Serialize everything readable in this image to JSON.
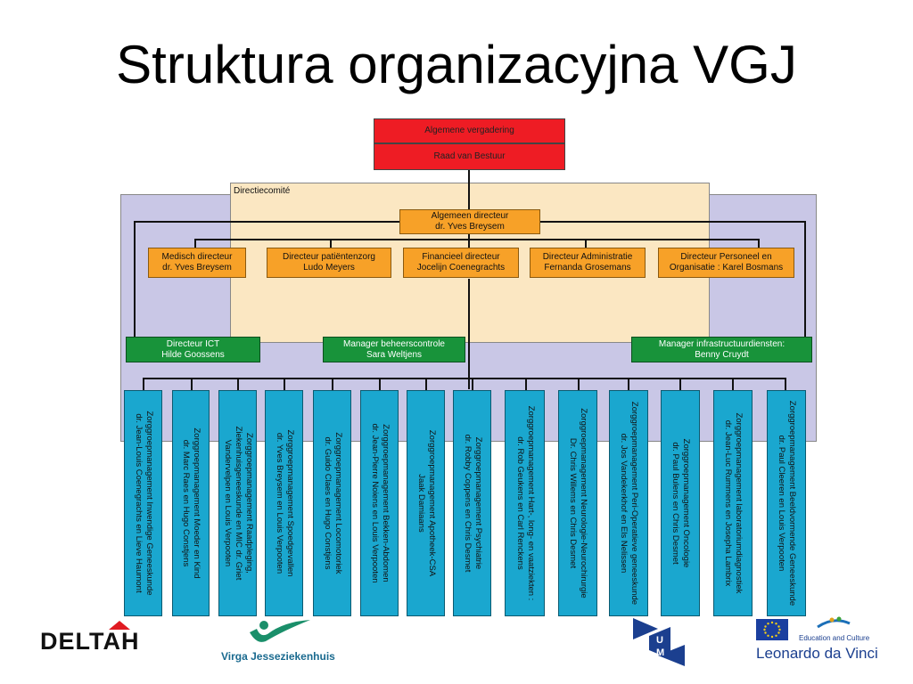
{
  "title": "Struktura organizacyjna VGJ",
  "top": {
    "algemene": "Algemene vergadering",
    "raad": "Raad van Bestuur"
  },
  "directie_label": "Directiecomité",
  "ceo": {
    "role": "Algemeen directeur",
    "name": "dr. Yves Breysem"
  },
  "directors": [
    {
      "role": "Medisch directeur",
      "name": "dr. Yves Breysem"
    },
    {
      "role": "Directeur patiëntenzorg",
      "name": "Ludo Meyers"
    },
    {
      "role": "Financieel directeur",
      "name": "Jocelijn Coenegrachts"
    },
    {
      "role": "Directeur Administratie",
      "name": "Fernanda Grosemans"
    },
    {
      "role": "Directeur Personeel en",
      "name": "Organisatie : Karel Bosmans"
    }
  ],
  "managers": [
    {
      "role": "Directeur ICT",
      "name": "Hilde Goossens"
    },
    {
      "role": "Manager beheerscontrole",
      "name": "Sara Weltjens"
    },
    {
      "role": "Manager infrastructuurdiensten:",
      "name": "Benny Cruydt"
    }
  ],
  "groups": [
    {
      "l1": "Zorggroepmanagement Inwendige Geneeskunde",
      "l2": "dr. Jean-Louis Coenegrachts en Lieve Haumont"
    },
    {
      "l1": "Zorggroepmanagement Moeder en Kind",
      "l2": "dr. Marc Raes en Hugo Constjens"
    },
    {
      "l1": "Zorggroepmanagement Raadpleging, Ziekenhuisgeneeskunde en MIC dr. Griet",
      "l2": "Vandervelpen en Louis Verpooten"
    },
    {
      "l1": "Zorggroepmanagement Spoedgevallen",
      "l2": "dr. Yves Breysem en Louis Verpooten"
    },
    {
      "l1": "Zorggroepmanagement Locomotoriek",
      "l2": "dr. Guido Claes en Hugo Constjens"
    },
    {
      "l1": "Zorggroepmanagement Bekken-Abdomen",
      "l2": "dr. Jean-Pierre Noiens en Louis Verpooten"
    },
    {
      "l1": "Zorggroepmanagement Apotheek-CSA",
      "l2": "Jaak Damiaans"
    },
    {
      "l1": "Zorggroepmanagement Psychiatrie",
      "l2": "dr. Robby Coppens en Chris Desmet"
    },
    {
      "l1": "Zorggroepmanagement Hart-, long- en vaatziekten :",
      "l2": "dr. Rob Geukens en Carl Renckens"
    },
    {
      "l1": "Zorggroepmanagement Neurologie-Neurochirurgie",
      "l2": "Dr. Chris Willems en Chris Desmet"
    },
    {
      "l1": "Zorggroepmanagement Peri-Operatieve geneeskunde",
      "l2": "dr. Jos Vandekerkhof en Els Nelissen"
    },
    {
      "l1": "Zorggroepmanagement Oncologie",
      "l2": "dr. Paul Bulens en Chris Desmet"
    },
    {
      "l1": "Zorggroepmanagement laboratoriumdiagnostiek",
      "l2": "dr. Jean-Luc Rummens en Josepha Lambrix"
    },
    {
      "l1": "Zorggroepmanagement Beeldvormende Geneeskunde",
      "l2": "dr. Paul Cleeren en Louis Verpooten"
    }
  ],
  "logos": {
    "deltah": "DELTAH",
    "virga": "Virga Jesseziekenhuis",
    "um": "U M",
    "edu": "Education and Culture",
    "leonardo": "Leonardo da Vinci"
  },
  "colors": {
    "red": "#ee1c24",
    "orange": "#f7a128",
    "green": "#18933a",
    "cyan": "#1aa7cf",
    "purple": "#c9c7e6",
    "cream": "#fbe7c2"
  }
}
